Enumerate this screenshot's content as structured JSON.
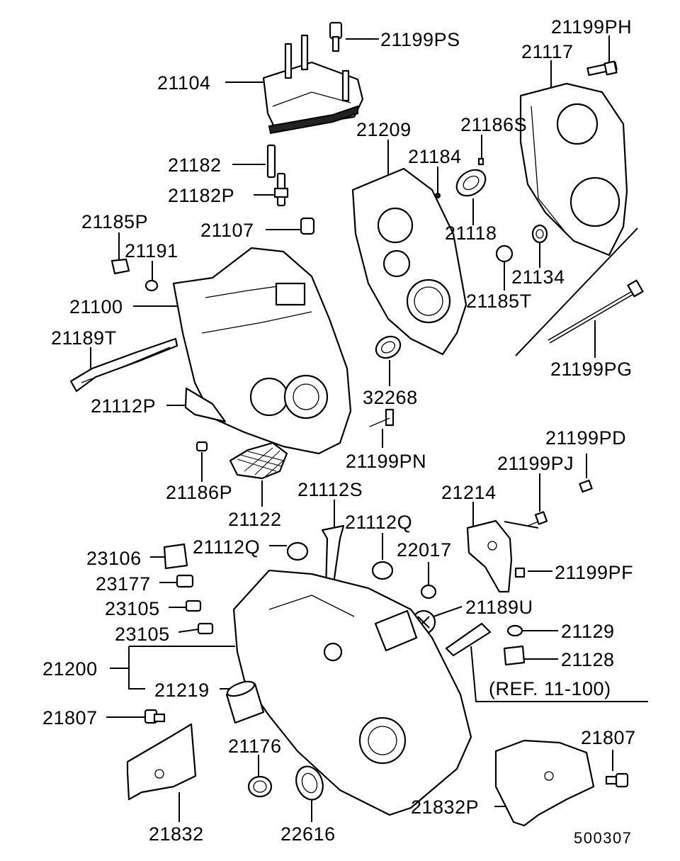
{
  "diagram": {
    "labels": {
      "p21199PS": "21199PS",
      "p21104": "21104",
      "p21199PH": "21199PH",
      "p21117": "21117",
      "p21209": "21209",
      "p21186S": "21186S",
      "p21184": "21184",
      "p21182": "21182",
      "p21182P": "21182P",
      "p21185P": "21185P",
      "p21107": "21107",
      "p21191": "21191",
      "p21118": "21118",
      "p21134": "21134",
      "p21185T": "21185T",
      "p21100": "21100",
      "p21189T": "21189T",
      "p32268": "32268",
      "p21199PG": "21199PG",
      "p21112P": "21112P",
      "p21199PN": "21199PN",
      "p21199PD": "21199PD",
      "p21199PJ": "21199PJ",
      "p21186P": "21186P",
      "p21122": "21122",
      "p21112S": "21112S",
      "p21214": "21214",
      "p21112Q_a": "21112Q",
      "p21112Q_b": "21112Q",
      "p23106": "23106",
      "p22017": "22017",
      "p23177": "23177",
      "p21199PF": "21199PF",
      "p23105_a": "23105",
      "p21189U": "21189U",
      "p23105_b": "23105",
      "p21129": "21129",
      "p21128": "21128",
      "p21200": "21200",
      "p21219": "21219",
      "ref": "(REF. 11-100)",
      "p21807_a": "21807",
      "p21807_b": "21807",
      "p21176": "21176",
      "p21832P": "21832P",
      "p21832": "21832",
      "p22616": "22616",
      "code": "500307"
    }
  }
}
